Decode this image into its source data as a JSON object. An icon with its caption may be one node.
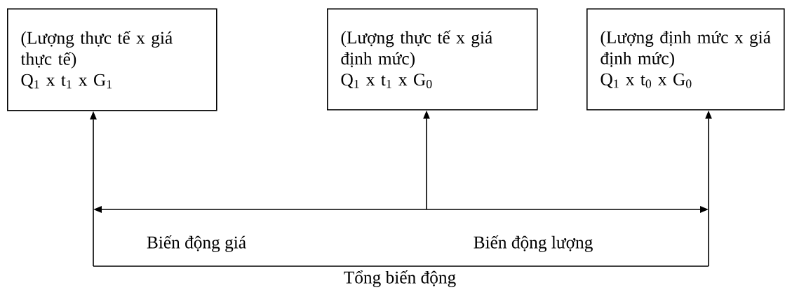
{
  "diagram": {
    "nodes": [
      {
        "text": [
          "(Lượng thực tế x giá thực tế)",
          "Q$_{1}$  x t$_{1}$  x G$_{1}$"
        ]
      },
      {
        "text": [
          "(Lượng thực tế x giá định mức)",
          "Q$_{1}$  x  t$_{1}$ x G$_{0}$"
        ]
      },
      {
        "text": [
          "(Lượng định mức x giá định mức)",
          "Q$_{1}$  x  t$_{0}$ x G$_{0}$"
        ]
      }
    ],
    "edges": [
      {
        "from": null,
        "to": 0,
        "arrow": "to"
      },
      {
        "from": null,
        "to": 1,
        "arrow": "to"
      },
      {
        "from": null,
        "to": 2,
        "arrow": "to"
      }
    ],
    "labels": [
      "Biến động giá",
      "Biến động lượng",
      "Tổng biến động"
    ]
  }
}
